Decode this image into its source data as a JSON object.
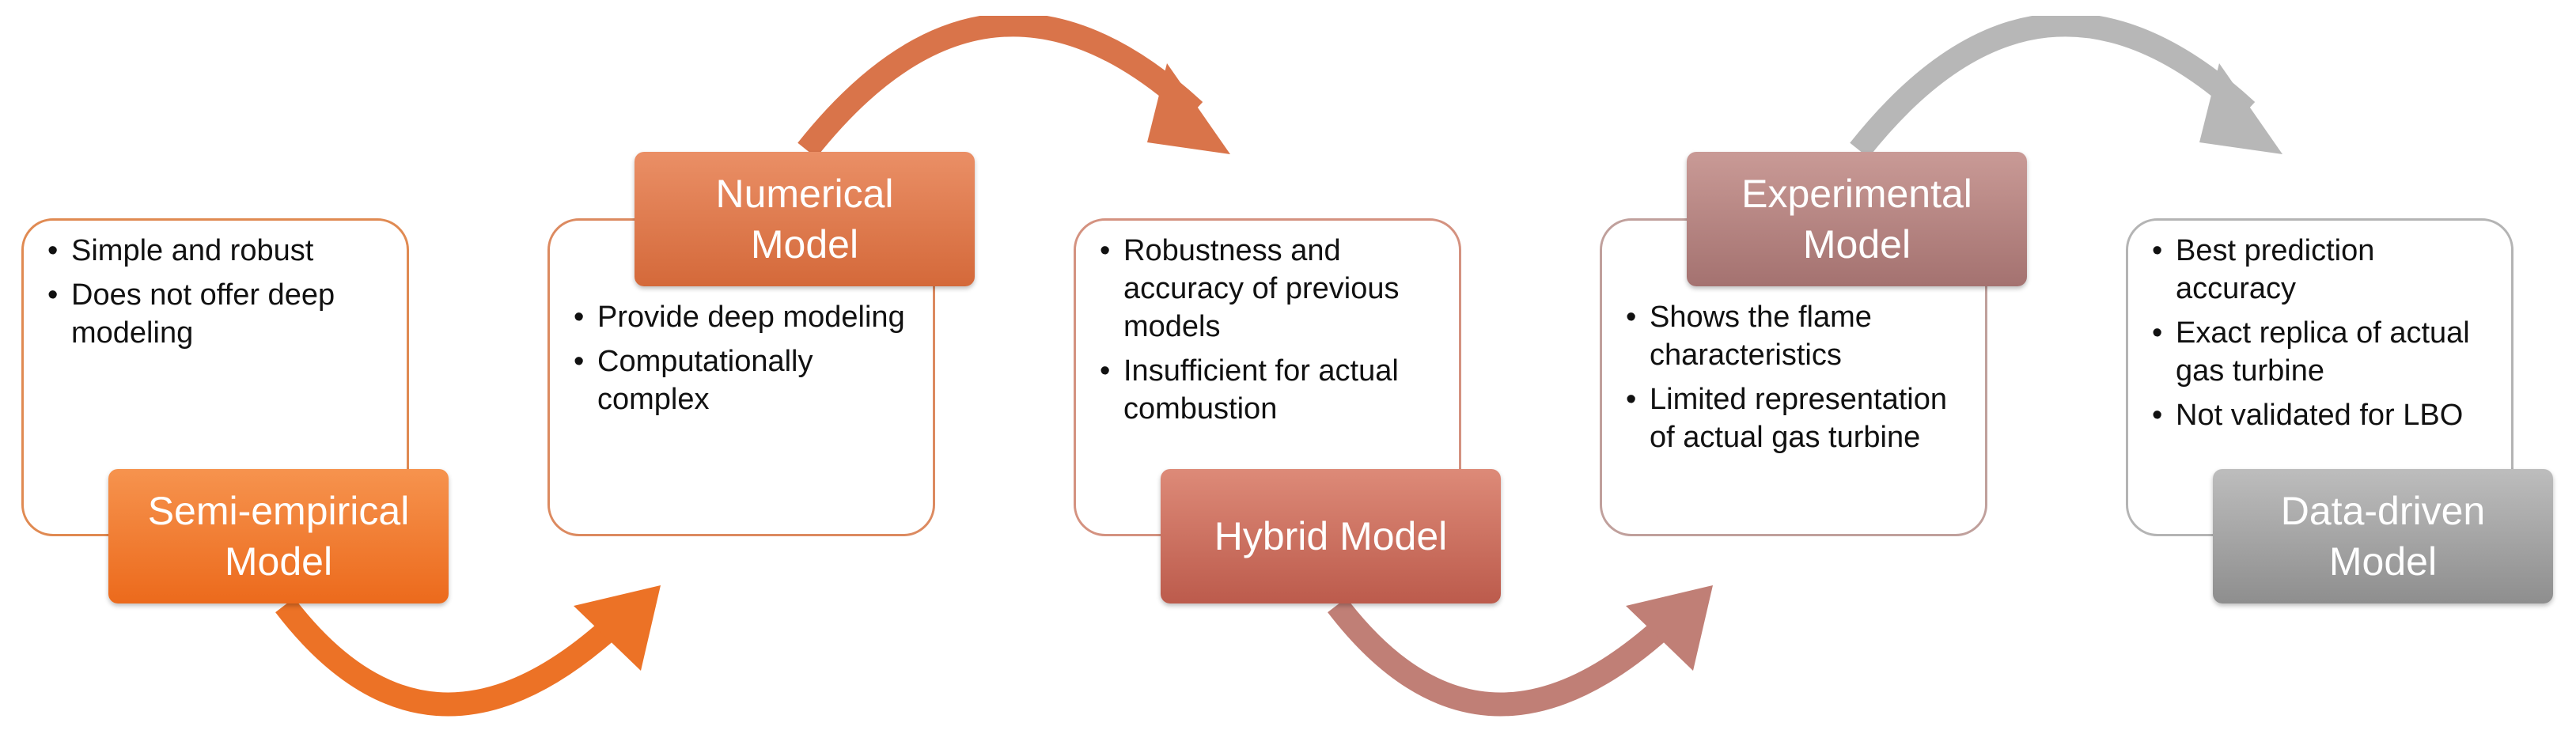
{
  "stages": [
    {
      "id": "semi-empirical",
      "label": "Semi-empirical\nModel",
      "bullets": [
        "Simple and robust",
        "Does not offer deep modeling"
      ],
      "color_top": "#f6934e",
      "color_bottom": "#ec6a1c",
      "border": "#e08a52"
    },
    {
      "id": "numerical",
      "label": "Numerical\nModel",
      "bullets": [
        "Provide deep modeling",
        "Computationally complex"
      ],
      "color_top": "#ea8f66",
      "color_bottom": "#d4693a",
      "border": "#dc8a60"
    },
    {
      "id": "hybrid",
      "label": "Hybrid Model",
      "bullets": [
        "Robustness and accuracy of previous models",
        "Insufficient for actual combustion"
      ],
      "color_top": "#dd8a78",
      "color_bottom": "#bc5b4c",
      "border": "#d49280"
    },
    {
      "id": "experimental",
      "label": "Experimental\nModel",
      "bullets": [
        "Shows the flame characteristics",
        "Limited representation of actual gas turbine"
      ],
      "color_top": "#c99a96",
      "color_bottom": "#a47270",
      "border": "#c0a09c"
    },
    {
      "id": "data-driven",
      "label": "Data-driven\nModel",
      "bullets": [
        "Best prediction accuracy",
        "Exact replica of actual gas turbine",
        "Not validated for LBO"
      ],
      "color_top": "#bdbdbd",
      "color_bottom": "#8e8e8e",
      "border": "#b4b4b4"
    }
  ],
  "arrow_colors": [
    "#ec7226",
    "#d9744a",
    "#c07f76",
    "#b7b7b7"
  ]
}
